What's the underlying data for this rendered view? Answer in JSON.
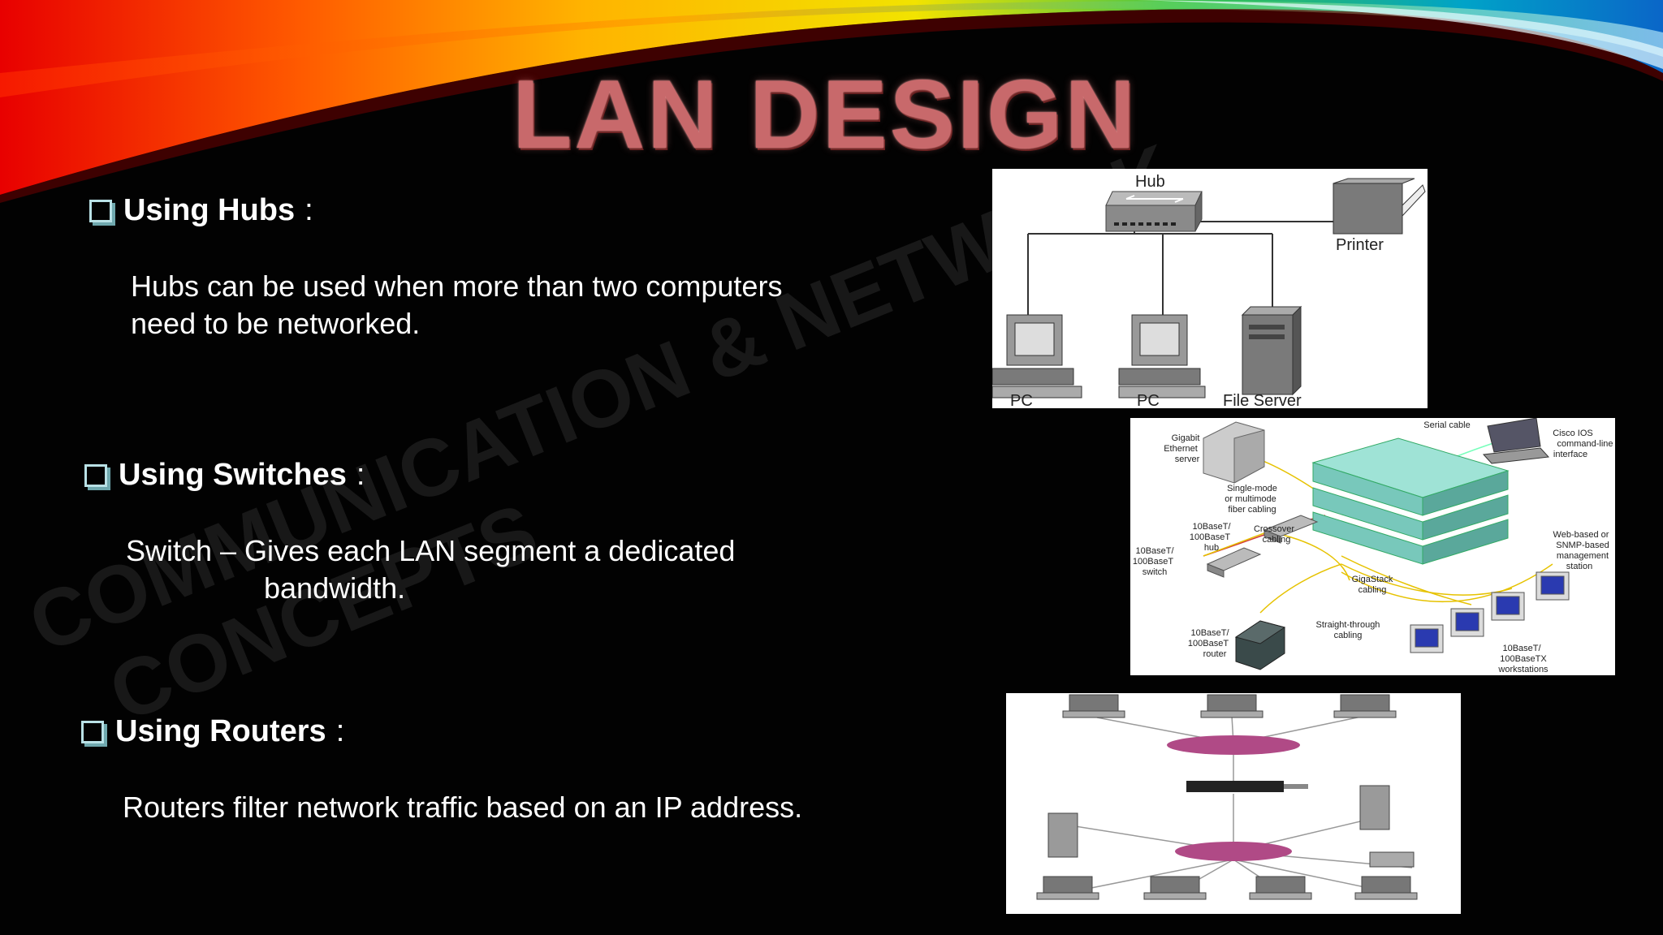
{
  "slide": {
    "title": "LAN DESIGN",
    "watermark": {
      "line1": "COMMUNICATION & NETWORK",
      "line2": "CONCEPTS"
    },
    "sections": [
      {
        "heading": "Using Hubs",
        "colon": ":",
        "body_lines": [
          "Hubs can be used when more than two computers",
          "need to be networked."
        ]
      },
      {
        "heading": "Using Switches",
        "colon": ":",
        "body_lines": [
          "Switch – Gives each LAN segment a dedicated",
          "bandwidth."
        ]
      },
      {
        "heading": "Using Routers",
        "colon": ":",
        "body_lines": [
          "Routers filter network traffic based on an IP address."
        ]
      }
    ]
  },
  "figures": {
    "hub_diagram": {
      "labels": {
        "hub": "Hub",
        "printer": "Printer",
        "pc1": "PC",
        "pc2": "PC",
        "file_server": "File Server"
      }
    },
    "switch_diagram": {
      "labels": {
        "gigabit": [
          "Gigabit",
          "Ethernet",
          "server"
        ],
        "serial": "Serial cable",
        "cisco": [
          "Cisco IOS",
          "command-line",
          "interface"
        ],
        "singlemode": [
          "Single-mode",
          "or multimode",
          "fiber cabling"
        ],
        "hub": [
          "10BaseT/",
          "100BaseT",
          "hub"
        ],
        "crossover": [
          "Crossover",
          "cabling"
        ],
        "switch": [
          "10BaseT/",
          "100BaseT",
          "switch"
        ],
        "web": [
          "Web-based or",
          "SNMP-based",
          "management",
          "station"
        ],
        "gigastack": [
          "GigaStack",
          "cabling"
        ],
        "straight": [
          "Straight-through",
          "cabling"
        ],
        "router": [
          "10BaseT/",
          "100BaseT",
          "router"
        ],
        "workstations": [
          "10BaseT/",
          "100BaseTX",
          "workstations"
        ]
      }
    },
    "router_diagram": {
      "colors": {
        "accent": "#a0306a"
      }
    }
  }
}
